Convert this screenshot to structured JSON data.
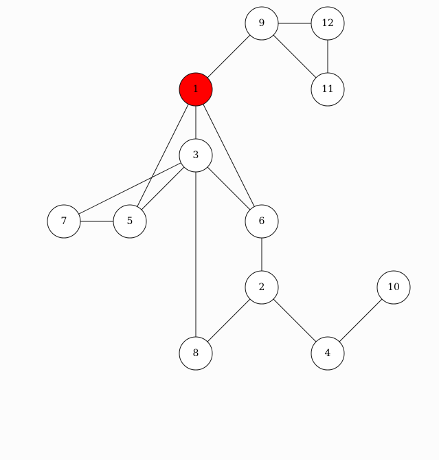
{
  "graph": {
    "nodes": [
      {
        "id": "1",
        "label": "1",
        "highlighted": true
      },
      {
        "id": "2",
        "label": "2"
      },
      {
        "id": "3",
        "label": "3"
      },
      {
        "id": "4",
        "label": "4"
      },
      {
        "id": "5",
        "label": "5"
      },
      {
        "id": "6",
        "label": "6"
      },
      {
        "id": "7",
        "label": "7"
      },
      {
        "id": "8",
        "label": "8"
      },
      {
        "id": "9",
        "label": "9"
      },
      {
        "id": "10",
        "label": "10"
      },
      {
        "id": "11",
        "label": "11"
      },
      {
        "id": "12",
        "label": "12"
      }
    ],
    "edges": [
      [
        "1",
        "9"
      ],
      [
        "9",
        "12"
      ],
      [
        "9",
        "11"
      ],
      [
        "12",
        "11"
      ],
      [
        "1",
        "3"
      ],
      [
        "1",
        "5"
      ],
      [
        "1",
        "6"
      ],
      [
        "3",
        "7"
      ],
      [
        "3",
        "5"
      ],
      [
        "3",
        "6"
      ],
      [
        "3",
        "8"
      ],
      [
        "7",
        "5"
      ],
      [
        "6",
        "2"
      ],
      [
        "2",
        "8"
      ],
      [
        "2",
        "4"
      ],
      [
        "4",
        "10"
      ]
    ],
    "colors": {
      "highlight": "#ff0000",
      "node_fill": "#ffffff",
      "edge": "#111111",
      "background": "#fcfcfc"
    }
  }
}
